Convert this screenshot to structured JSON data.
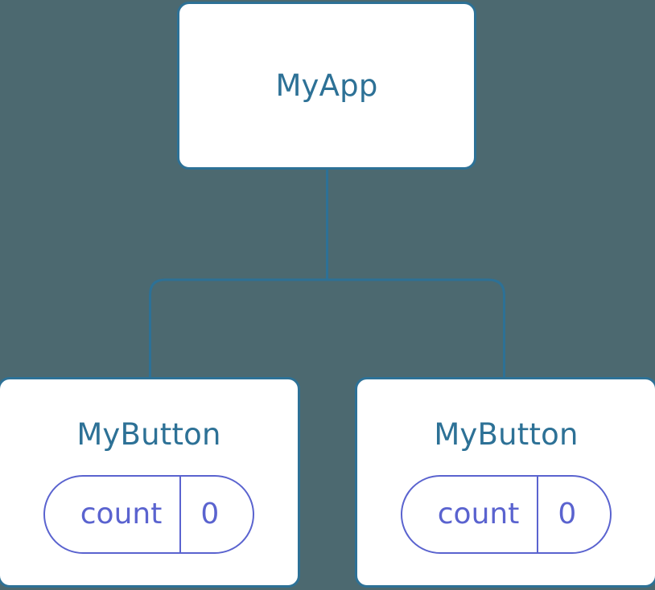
{
  "diagram": {
    "title": "component-tree",
    "background_color": "#4c6970",
    "node_border_color": "#2d7196",
    "node_fill_color": "#ffffff",
    "node_label_color": "#2d7196",
    "state_accent_color": "#5a63cf",
    "edge_color": "#2d7196"
  },
  "root": {
    "label": "MyApp"
  },
  "children": [
    {
      "label": "MyButton",
      "state": {
        "key": "count",
        "value": "0"
      }
    },
    {
      "label": "MyButton",
      "state": {
        "key": "count",
        "value": "0"
      }
    }
  ]
}
